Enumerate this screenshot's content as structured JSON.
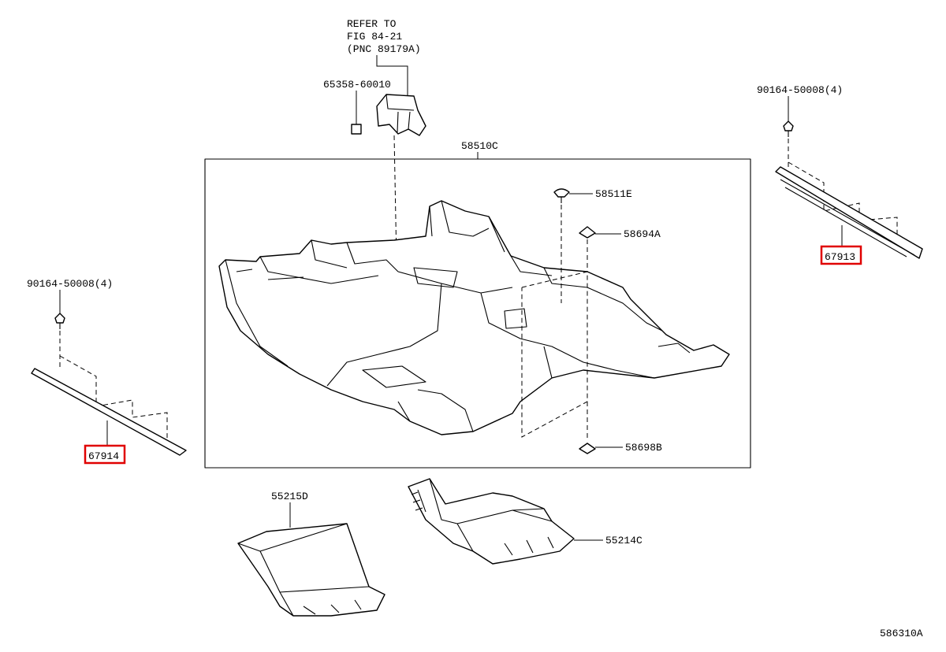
{
  "reference": {
    "line1": "REFER TO",
    "line2": "FIG 84-21",
    "line3": "(PNC 89179A)"
  },
  "parts": {
    "bracket": "65358-60010",
    "carpet_assembly": "58510C",
    "clip_top": "58511E",
    "clip_mid": "58694A",
    "clip_bottom": "58698B",
    "screw_left": "90164-50008(4)",
    "screw_right": "90164-50008(4)",
    "scuff_left": "67914",
    "scuff_right": "67913",
    "mat_left": "55215D",
    "mat_right": "55214C"
  },
  "figure_number": "586310A",
  "colors": {
    "highlight": "#e00000",
    "line": "#000000"
  }
}
